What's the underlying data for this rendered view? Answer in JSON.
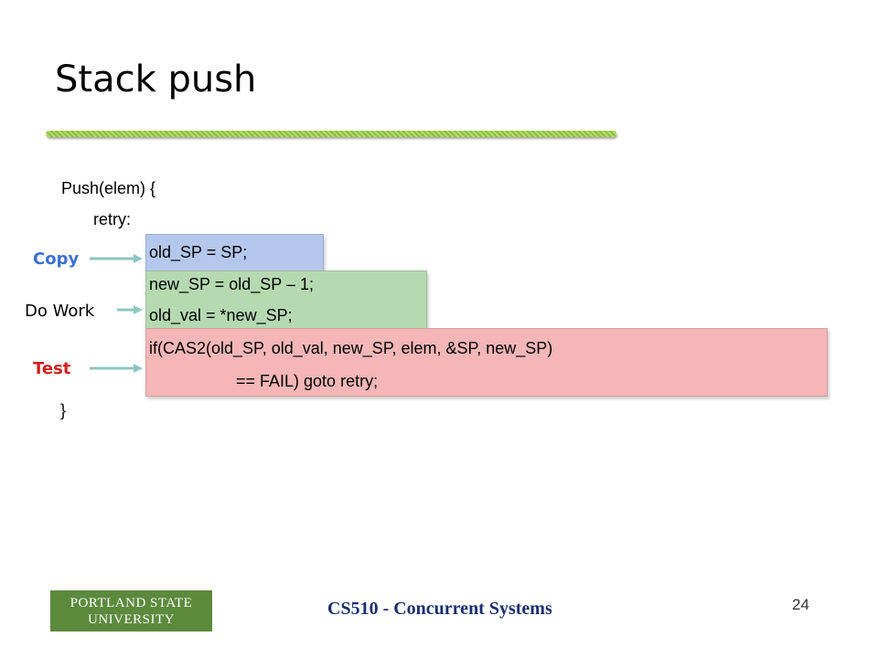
{
  "slide": {
    "title": "Stack push",
    "code": {
      "line1": "Push(elem) {",
      "line2": "retry:",
      "line3": "old_SP = SP;",
      "line4": "new_SP = old_SP – 1;",
      "line5": "old_val = *new_SP;",
      "line6": "if(CAS2(old_SP, old_val, new_SP, elem, &SP, new_SP)",
      "line7": "== FAIL) goto retry;",
      "line8": "}"
    },
    "labels": {
      "copy": "Copy",
      "do_work": "Do Work",
      "test": "Test"
    },
    "colors": {
      "copy_box": "#b4c7ec",
      "work_box": "#b5d9b0",
      "test_box": "#f4b6b6",
      "copy_label": "#3b6fd4",
      "test_label": "#d21f1f",
      "arrow": "#8fc7c1"
    }
  },
  "footer": {
    "logo_line1": "PORTLAND STATE",
    "logo_line2": "UNIVERSITY",
    "course": "CS510 - Concurrent Systems",
    "page_number": "24"
  }
}
